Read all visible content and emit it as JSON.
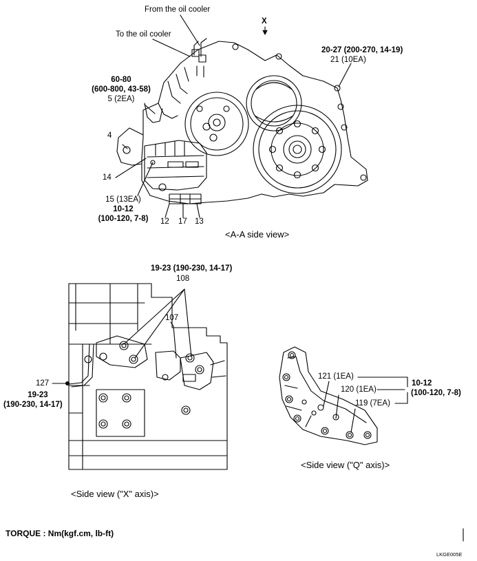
{
  "aa_view": {
    "caption": "<A-A side view>",
    "labels": {
      "from_oil_cooler": "From the oil cooler",
      "to_oil_cooler": "To the oil cooler",
      "x_marker": "X",
      "torque_5_value": "60-80",
      "torque_5_detail": "(600-800, 43-58)",
      "part_5": "5 (2EA)",
      "part_4": "4",
      "part_14": "14",
      "part_15": "15 (13EA)",
      "torque_15_value": "10-12",
      "torque_15_detail": "(100-120, 7-8)",
      "part_12": "12",
      "part_17": "17",
      "part_13": "13",
      "torque_21": "20-27 (200-270, 14-19)",
      "part_21": "21 (10EA)"
    }
  },
  "x_view": {
    "caption": "<Side view (\"X\" axis)>",
    "labels": {
      "torque_108": "19-23 (190-230, 14-17)",
      "part_108": "108",
      "part_107": "107",
      "part_127": "127",
      "torque_127_value": "19-23",
      "torque_127_detail": "(190-230, 14-17)"
    }
  },
  "q_view": {
    "caption": "<Side view (\"Q\" axis)>",
    "labels": {
      "part_121": "121 (1EA)",
      "part_120": "120 (1EA)",
      "part_119": "119 (7EA)",
      "torque_value": "10-12",
      "torque_detail": "(100-120, 7-8)"
    }
  },
  "footer": {
    "torque_units": "TORQUE : Nm(kgf.cm, lb-ft)",
    "figure_code": "LKGE005E"
  }
}
